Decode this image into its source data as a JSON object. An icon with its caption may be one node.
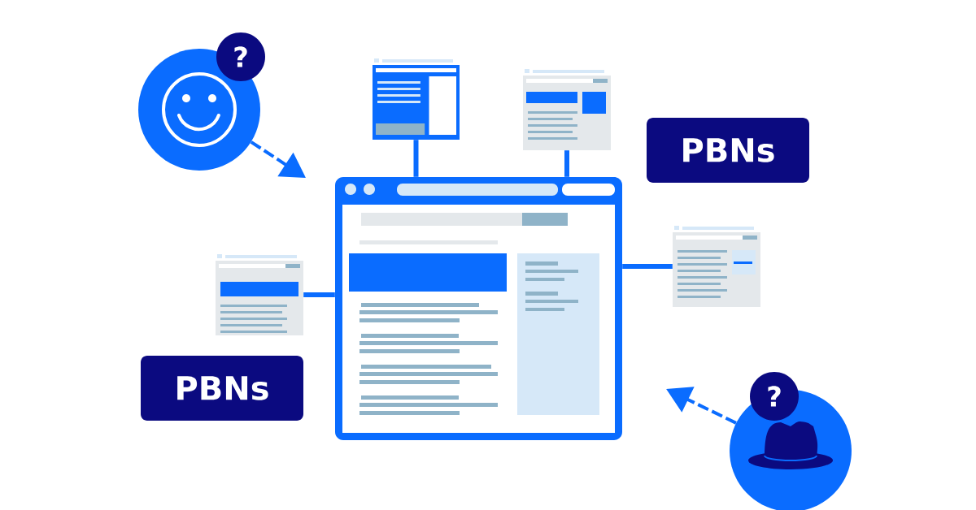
{
  "diagram": {
    "nodes": [
      {
        "text": [
          "?"
        ]
      },
      {
        "text": [],
        "shape": "circle"
      },
      {
        "text": [
          "PBNs"
        ]
      },
      {
        "text": [],
        "shape": "picture"
      },
      {
        "text": [],
        "shape": "picture"
      },
      {
        "text": [],
        "shape": "picture"
      },
      {
        "text": [],
        "shape": "picture"
      },
      {
        "text": [],
        "shape": "picture"
      },
      {
        "text": [
          "PBNs"
        ]
      },
      {
        "text": [
          "?"
        ]
      },
      {
        "text": [],
        "shape": "circle"
      }
    ],
    "edges": [
      {
        "from": 1,
        "to": null,
        "arrow": "to",
        "style": "dashed"
      },
      {
        "from": 10,
        "to": null,
        "arrow": "to",
        "style": "dashed"
      },
      {
        "from": 3,
        "to": 5,
        "arrow": "none"
      },
      {
        "from": 4,
        "to": 5,
        "arrow": "none"
      },
      {
        "from": 6,
        "to": 5,
        "arrow": "none"
      },
      {
        "from": 7,
        "to": 5,
        "arrow": "none"
      }
    ]
  }
}
